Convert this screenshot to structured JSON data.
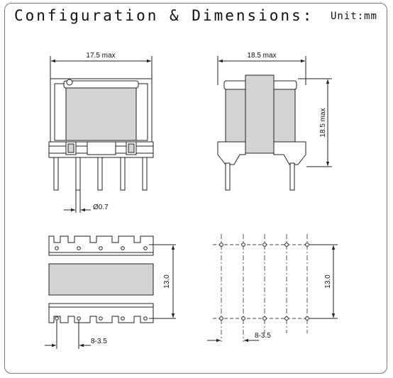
{
  "header": {
    "title": "Configuration & Dimensions:",
    "unit": "Unit:mm"
  },
  "front_view": {
    "width_label": "17.5 max",
    "pin_diameter_label": "Ø0.7"
  },
  "side_view": {
    "width_label": "18.5 max",
    "height_label": "18.5 max"
  },
  "bottom_view": {
    "row_spacing_label": "13.0",
    "pin_pitch_label": "8-3.5"
  },
  "pcb_layout": {
    "row_spacing_label": "13.0",
    "pin_pitch_label": "8-3.5"
  },
  "colors": {
    "core": "#d4d4d4",
    "line": "#222222",
    "frame": "#7a7a7a"
  }
}
